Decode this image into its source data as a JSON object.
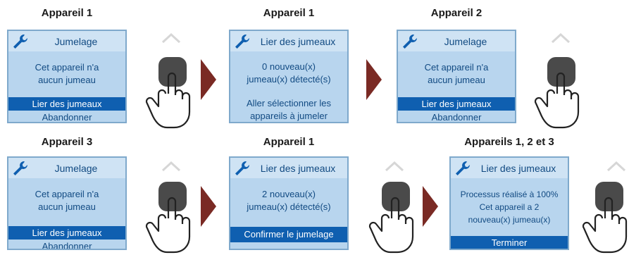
{
  "row1": {
    "p1": {
      "title": "Appareil 1",
      "header": "Jumelage",
      "msg1": "Cet appareil n'a",
      "msg2": "aucun jumeau",
      "opt1": "Lier des jumeaux",
      "opt2": "Abandonner"
    },
    "p2": {
      "title": "Appareil 1",
      "header": "Lier des jumeaux",
      "msg1": "0 nouveau(x)",
      "msg2": "jumeau(x) détecté(s)",
      "msg3": "Aller sélectionner les",
      "msg4": "appareils à jumeler"
    },
    "p3": {
      "title": "Appareil 2",
      "header": "Jumelage",
      "msg1": "Cet appareil n'a",
      "msg2": "aucun jumeau",
      "opt1": "Lier des jumeaux",
      "opt2": "Abandonner"
    }
  },
  "row2": {
    "p1": {
      "title": "Appareil 3",
      "header": "Jumelage",
      "msg1": "Cet appareil n'a",
      "msg2": "aucun jumeau",
      "opt1": "Lier des jumeaux",
      "opt2": "Abandonner"
    },
    "p2": {
      "title": "Appareil 1",
      "header": "Lier des jumeaux",
      "msg1": "2 nouveau(x)",
      "msg2": "jumeau(x) détecté(s)",
      "opt1": "Confirmer le jumelage"
    },
    "p3": {
      "title": "Appareils 1, 2 et 3",
      "header": "Lier des jumeaux",
      "msg1": "Processus réalisé à 100%",
      "msg2": "Cet appareil a 2",
      "msg3": "nouveau(x) jumeau(x)",
      "opt1": "Terminer"
    }
  },
  "colors": {
    "screen_bg": "#b8d5ee",
    "header_bg": "#cfe3f4",
    "selected": "#0f5fb0",
    "text": "#114a82",
    "arrow": "#7a2a24"
  },
  "icons": [
    "wrench-icon",
    "chevron-up-icon",
    "hand-press-icon",
    "next-arrow-icon"
  ]
}
